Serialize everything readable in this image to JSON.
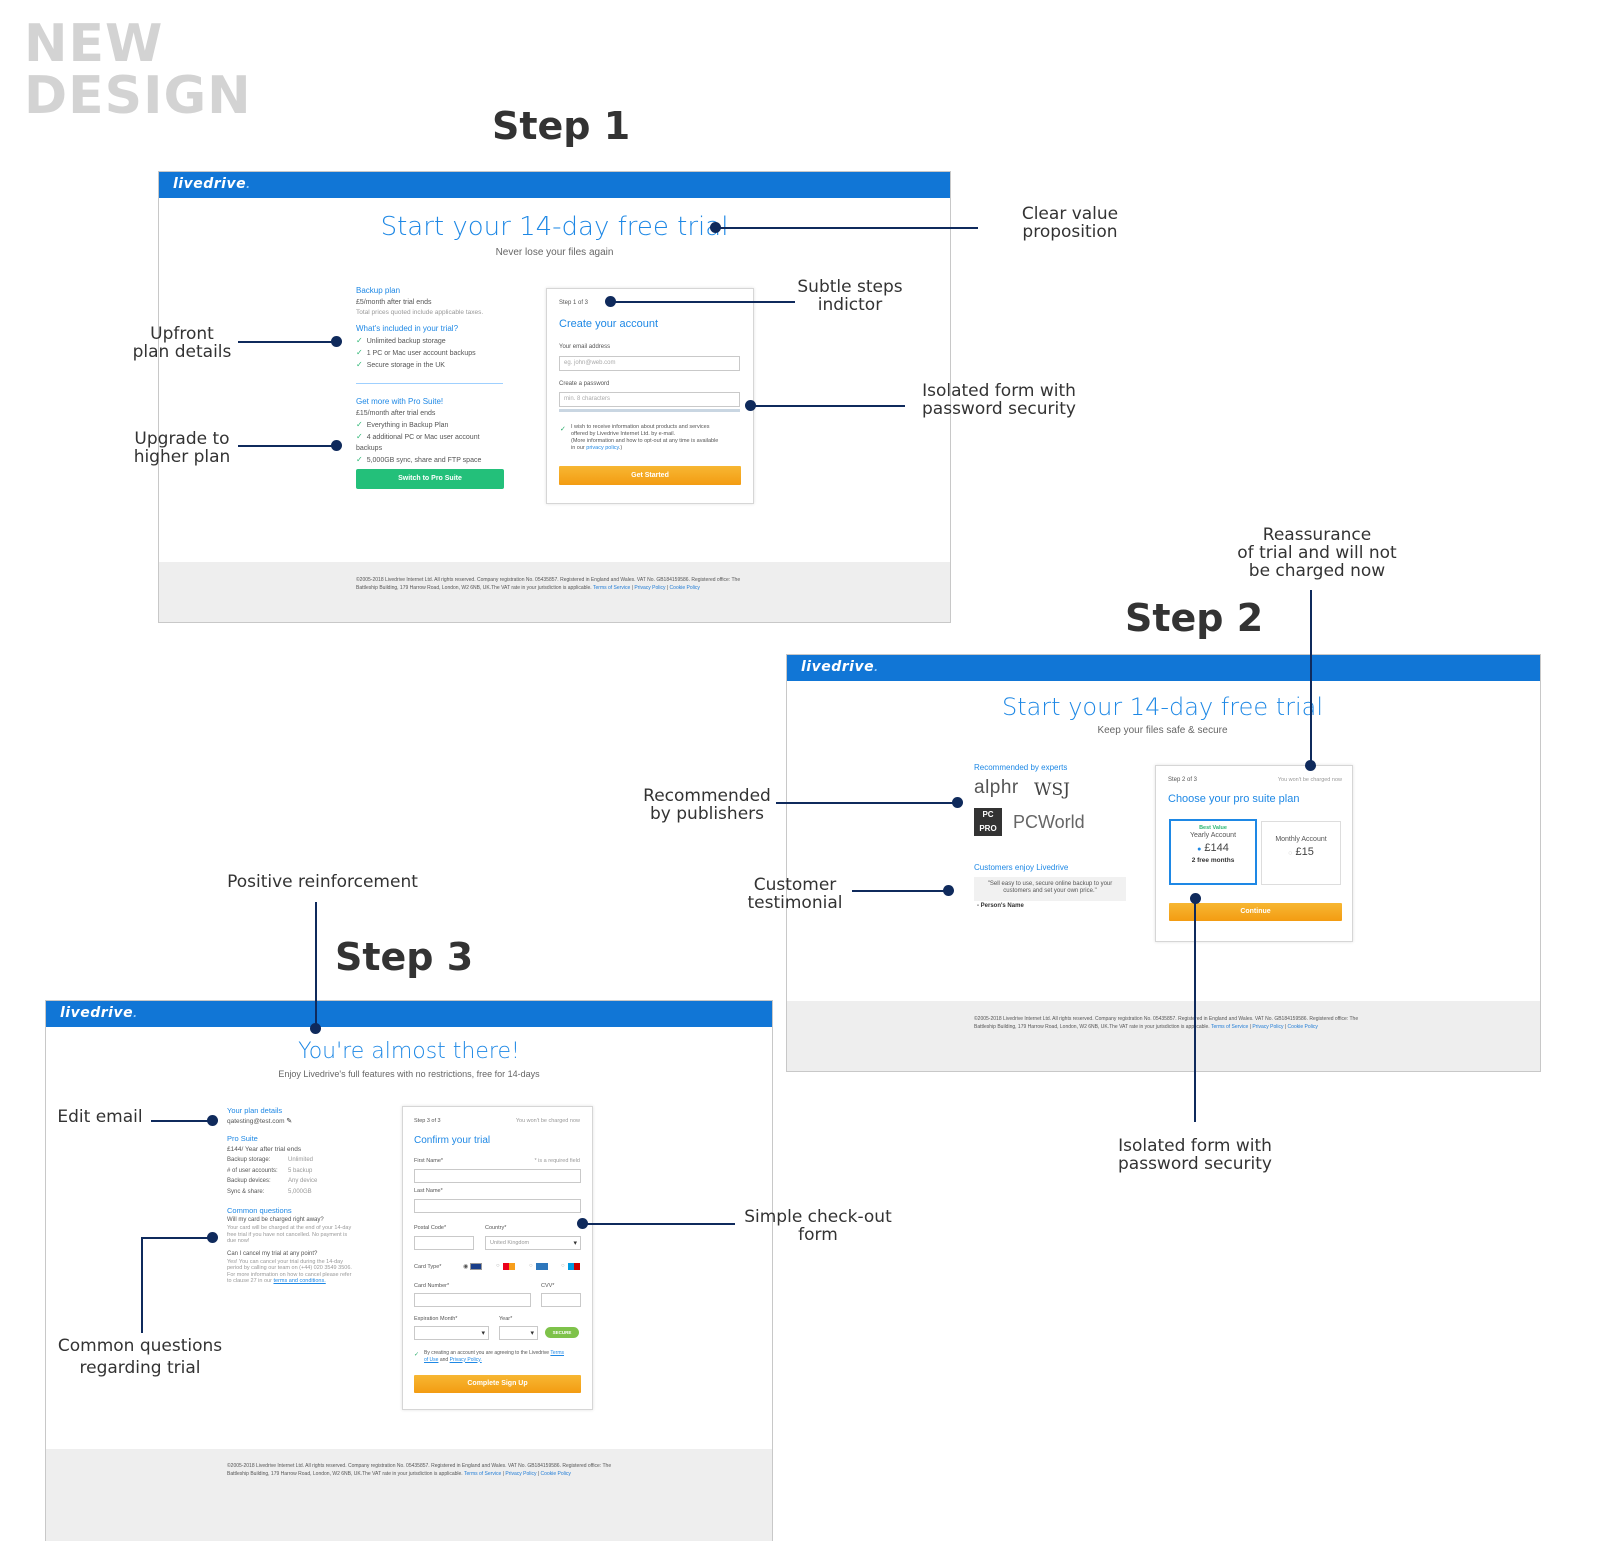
{
  "page": {
    "heading_line1": "NEW",
    "heading_line2": "DESIGN",
    "step1_title": "Step 1",
    "step2_title": "Step 2",
    "step3_title": "Step 3"
  },
  "brand": {
    "logo": "livedrive",
    "logo_dot": ".",
    "accent": "#1176d6",
    "title_blue": "#1e88e5",
    "button_orange": "#f39c12",
    "button_green": "#23c07a",
    "annotation_navy": "#0f2a5c"
  },
  "footer": {
    "line1": "©2005-2018 Livedrive Internet Ltd. All rights reserved. Company registration No. 05435857. Registered in England and Wales. VAT No. GB184159586. Registered office: The",
    "line2": "Battleship Building, 179 Harrow Road, London, W2 6NB, UK.The VAT rate in your jurisdiction is applicable.",
    "terms": "Terms of Service",
    "privacy": "Privacy Policy",
    "cookie": "Cookie Policy",
    "sep": "|"
  },
  "step1": {
    "hero": "Start your 14-day free trial",
    "sub": "Never lose your files again",
    "plan_label": "Backup plan",
    "plan_price": "£5/month after trial ends",
    "plan_tax": "Total prices quoted include applicable taxes.",
    "included_title": "What's included in your trial?",
    "included": [
      "Unlimited backup storage",
      "1 PC or Mac user account backups",
      "Secure storage in the UK"
    ],
    "pro_title": "Get more with Pro Suite!",
    "pro_price": "£15/month after trial ends",
    "pro_features": [
      "Everything in Backup Plan",
      "4 additional PC or Mac user account backups",
      "5,000GB sync, share and FTP space"
    ],
    "switch_button": "Switch to Pro Suite",
    "form_step": "Step 1 of 3",
    "form_title": "Create your account",
    "email_label": "Your email address",
    "email_placeholder": "eg. john@web.com",
    "password_label": "Create a password",
    "password_placeholder": "min. 8 characters",
    "consent_line1": "I wish to receive information about products and services",
    "consent_line2": "offered by Livedrive Internet Ltd. by e-mail.",
    "consent_line3": "(More information and how to opt-out at any time is available",
    "consent_line4_prefix": "in our",
    "consent_link": "privacy policy",
    "consent_line4_suffix": ".)",
    "get_started": "Get Started"
  },
  "step2": {
    "hero": "Start your 14-day free trial",
    "sub": "Keep your files safe & secure",
    "recommended_title": "Recommended by experts",
    "publishers": [
      "alphr",
      "WSJ",
      "PC PRO",
      "PCWorld"
    ],
    "customers_title": "Customers enjoy Livedrive",
    "testimonial": "\"Sell easy to use, secure online backup to your customers and set your own price.\"",
    "testimonial_author": "- Person's Name",
    "form_step": "Step 2 of 3",
    "form_note": "You won't be charged now",
    "form_title": "Choose your pro suite plan",
    "best_value": "Best Value",
    "yearly_label": "Yearly Account",
    "yearly_price": "£144",
    "yearly_bonus": "2 free months",
    "monthly_label": "Monthly Account",
    "monthly_price": "£15",
    "continue": "Continue"
  },
  "step3": {
    "hero": "You're almost there!",
    "sub": "Enjoy Livedrive's full features with no restrictions, free for 14-days",
    "plan_details_title": "Your plan details",
    "email": "qatesting@test.com",
    "plan_name": "Pro Suite",
    "plan_price": "£144/ Year after trial ends",
    "plan_rows": [
      {
        "label": "Backup storage:",
        "value": "Unlimited"
      },
      {
        "label": "# of user accounts:",
        "value": "5 backup"
      },
      {
        "label": "Backup devices:",
        "value": "Any device"
      },
      {
        "label": "Sync & share:",
        "value": "5,000GB"
      }
    ],
    "questions_title": "Common questions",
    "q1": "Will my card be charged right away?",
    "a1_line1": "Your card will be charged at the end of your 14-day",
    "a1_line2": "free trial if you have not cancelled. No payment is",
    "a1_line3": "due now!",
    "q2": "Can I cancel my trial at any point?",
    "a2_line1": "Yes! You can cancel your trial during the 14-day",
    "a2_line2": "period by calling our team on (+44) 020 3549 3506.",
    "a2_line3": "For more information on how to cancel please refer",
    "a2_line4_prefix": "to clause 27 in our",
    "a2_link": "terms and conditions.",
    "form_step": "Step 3 of 3",
    "form_note": "You won't be charged now",
    "form_title": "Confirm your trial",
    "first_name": "First Name*",
    "required_note": "* is a required field",
    "last_name": "Last Name*",
    "postal_code": "Postal Code*",
    "country": "Country*",
    "country_value": "United Kingdom",
    "card_type": "Card Type*",
    "card_number": "Card Number*",
    "cvv": "CVV*",
    "exp_month": "Expiration Month*",
    "year": "Year*",
    "secure_badge": "SECURE",
    "agree_prefix": "By creating an account you are agreeing to the Livedrive",
    "agree_terms": "Terms",
    "agree_of_use": "of Use",
    "agree_and": "and",
    "agree_privacy": "Privacy Policy.",
    "complete_button": "Complete Sign Up"
  },
  "annotations": {
    "clear_value_1": "Clear value",
    "clear_value_2": "proposition",
    "subtle_steps_1": "Subtle steps",
    "subtle_steps_2": "indictor",
    "upfront_1": "Upfront",
    "upfront_2": "plan details",
    "isolated1_1": "Isolated form with",
    "isolated1_2": "password security",
    "upgrade_1": "Upgrade to",
    "upgrade_2": "higher plan",
    "reassurance_1": "Reassurance",
    "reassurance_2": "of trial and will not",
    "reassurance_3": "be charged now",
    "recommended_1": "Recommended",
    "recommended_2": "by publishers",
    "customer_1": "Customer",
    "customer_2": "testimonial",
    "positive": "Positive reinforcement",
    "isolated2_1": "Isolated form with",
    "isolated2_2": "password security",
    "edit_email": "Edit email",
    "checkout_1": "Simple check-out",
    "checkout_2": "form",
    "common_1": "Common questions",
    "common_2": "regarding trial"
  }
}
